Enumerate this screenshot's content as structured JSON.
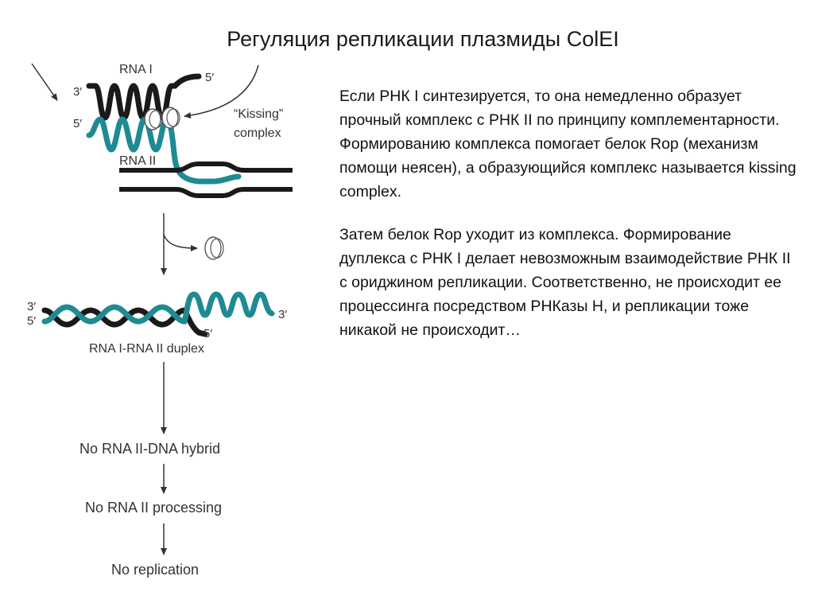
{
  "title": "Регуляция репликации плазмиды ColEI",
  "paragraphs": [
    "Если РНК I синтезируется, то она немедленно образует прочный комплекс с РНК II по принципу комплементарности. Формированию комплекса помогает белок Rop (механизм помощи неясен), а образующийся комплекс называется kissing complex.",
    "Затем белок Rop уходит из комплекса. Формирование дуплекса с РНК I делает невозможным взаимодействие РНК II с ориджином репликации. Соответственно, не происходит ее процессинга посредством РНКазы Н, и репликации тоже никакой не происходит…"
  ],
  "diagram": {
    "rna1_label": "RNA I",
    "rna2_label": "RNA II",
    "prime3": "3′",
    "prime5": "5′",
    "kissing_line1": "“Kissing”",
    "kissing_line2": "complex",
    "duplex_label": "RNA I-RNA II duplex",
    "steps": [
      "No RNA II-DNA hybrid",
      "No RNA II processing",
      "No replication"
    ],
    "colors": {
      "rna1": "#1a1a1a",
      "rna2": "#1f8a93",
      "dna": "#1a1a1a",
      "arrow": "#333333"
    }
  }
}
